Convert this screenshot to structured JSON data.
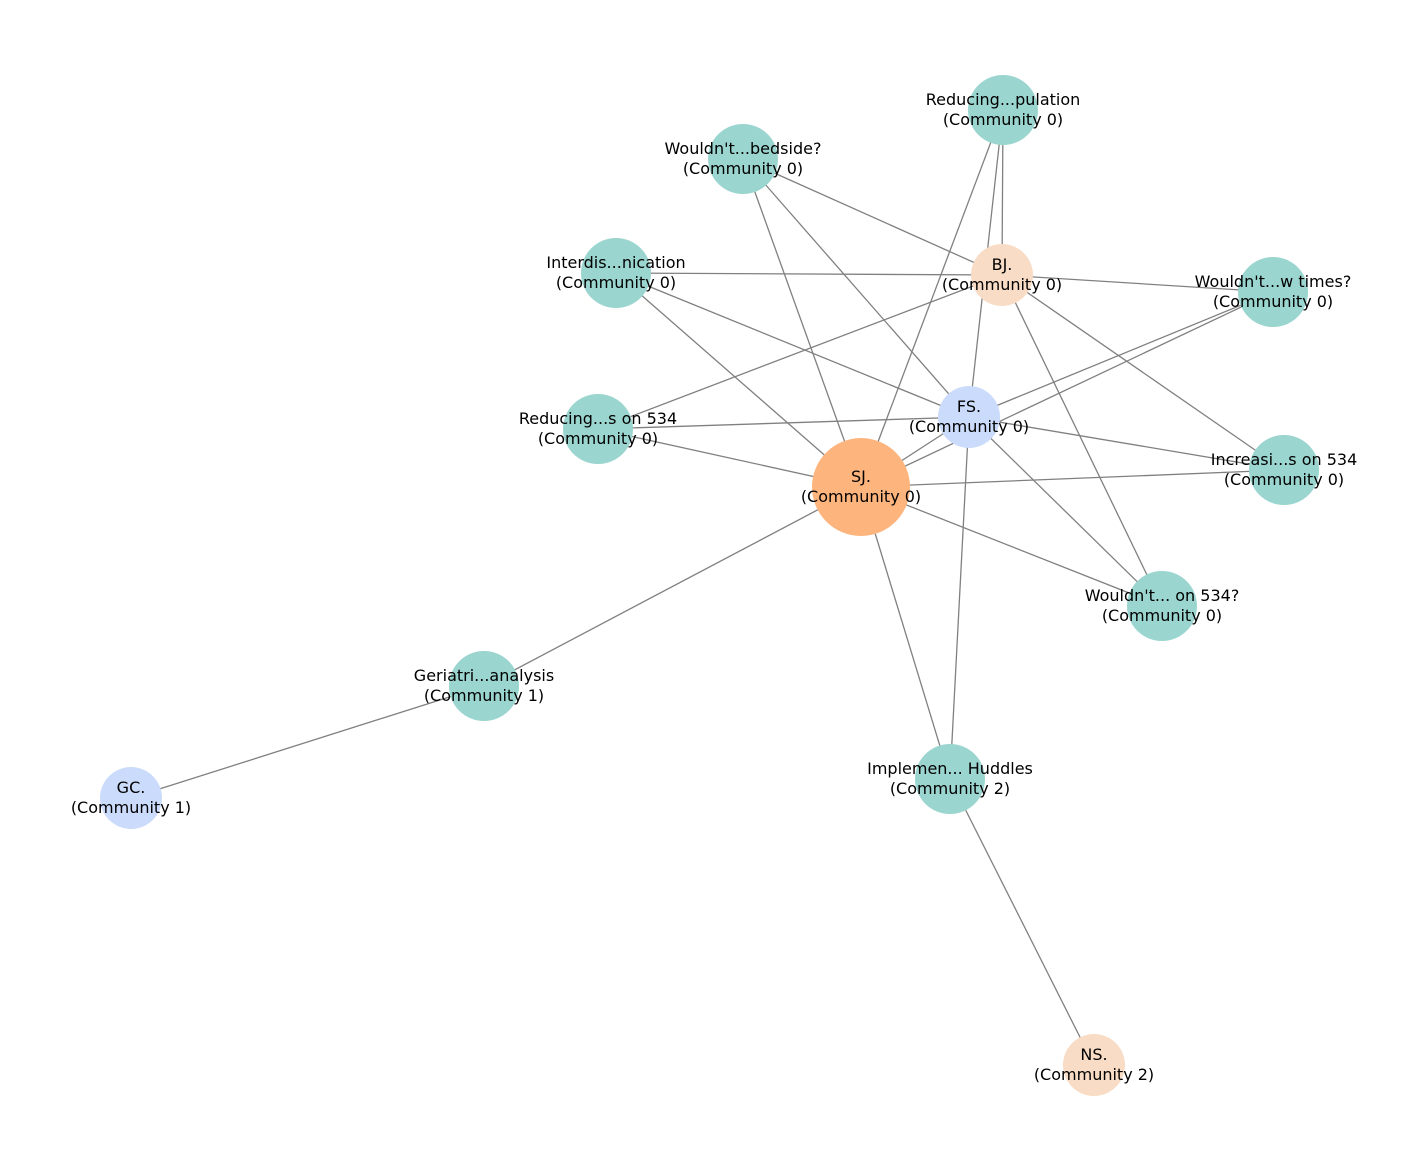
{
  "colors": {
    "teal": "#9bd5cf",
    "peach": "#f8dcc5",
    "lavender": "#cbdbfb",
    "orange": "#fdb47d",
    "edge": "#808080"
  },
  "nodes": [
    {
      "id": "reducing_pulation",
      "label": "Reducing...pulation",
      "community": "(Community 0)",
      "color": "teal"
    },
    {
      "id": "wouldnt_bedside",
      "label": "Wouldn't...bedside?",
      "community": "(Community 0)",
      "color": "teal"
    },
    {
      "id": "bj",
      "label": "BJ.",
      "community": "(Community 0)",
      "color": "peach"
    },
    {
      "id": "interdis",
      "label": "Interdis...nication",
      "community": "(Community 0)",
      "color": "teal"
    },
    {
      "id": "wouldnt_times",
      "label": "Wouldn't...w times?",
      "community": "(Community 0)",
      "color": "teal"
    },
    {
      "id": "fs",
      "label": "FS.",
      "community": "(Community 0)",
      "color": "lavender"
    },
    {
      "id": "reducing_534",
      "label": "Reducing...s on 534",
      "community": "(Community 0)",
      "color": "teal"
    },
    {
      "id": "sj",
      "label": "SJ.",
      "community": "(Community 0)",
      "color": "orange"
    },
    {
      "id": "increasi_534",
      "label": "Increasi...s on 534",
      "community": "(Community 0)",
      "color": "teal"
    },
    {
      "id": "wouldnt_534",
      "label": "Wouldn't... on 534?",
      "community": "(Community 0)",
      "color": "teal"
    },
    {
      "id": "geriatri",
      "label": "Geriatri...analysis",
      "community": "(Community 1)",
      "color": "teal"
    },
    {
      "id": "implemen",
      "label": "Implemen... Huddles",
      "community": "(Community 2)",
      "color": "teal"
    },
    {
      "id": "gc",
      "label": "GC.",
      "community": "(Community 1)",
      "color": "lavender"
    },
    {
      "id": "ns",
      "label": "NS.",
      "community": "(Community 2)",
      "color": "peach"
    }
  ],
  "edges": [
    [
      "sj",
      "reducing_pulation"
    ],
    [
      "sj",
      "wouldnt_bedside"
    ],
    [
      "sj",
      "interdis"
    ],
    [
      "sj",
      "reducing_534"
    ],
    [
      "sj",
      "fs"
    ],
    [
      "sj",
      "increasi_534"
    ],
    [
      "sj",
      "wouldnt_534"
    ],
    [
      "sj",
      "geriatri"
    ],
    [
      "sj",
      "implemen"
    ],
    [
      "sj",
      "wouldnt_times"
    ],
    [
      "bj",
      "reducing_pulation"
    ],
    [
      "bj",
      "wouldnt_bedside"
    ],
    [
      "bj",
      "interdis"
    ],
    [
      "bj",
      "wouldnt_times"
    ],
    [
      "bj",
      "reducing_534"
    ],
    [
      "bj",
      "increasi_534"
    ],
    [
      "bj",
      "wouldnt_534"
    ],
    [
      "fs",
      "reducing_pulation"
    ],
    [
      "fs",
      "wouldnt_bedside"
    ],
    [
      "fs",
      "interdis"
    ],
    [
      "fs",
      "reducing_534"
    ],
    [
      "fs",
      "wouldnt_times"
    ],
    [
      "fs",
      "increasi_534"
    ],
    [
      "fs",
      "wouldnt_534"
    ],
    [
      "fs",
      "implemen"
    ],
    [
      "geriatri",
      "gc"
    ],
    [
      "implemen",
      "ns"
    ]
  ]
}
